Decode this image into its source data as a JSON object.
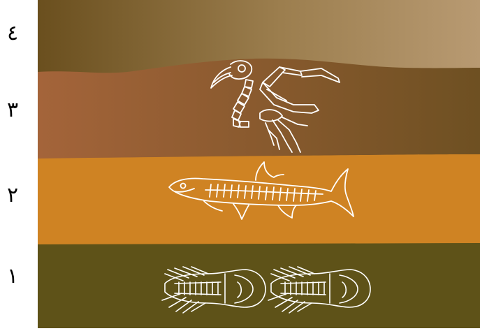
{
  "layers": [
    {
      "id": "layer-4",
      "label": "٤"
    },
    {
      "id": "layer-3",
      "label": "٣"
    },
    {
      "id": "layer-2",
      "label": "٢"
    },
    {
      "id": "layer-1",
      "label": "١"
    }
  ],
  "colors": {
    "layer4_dark": "#6a4f1e",
    "layer4_light": "#b89a72",
    "layer3_left": "#a4643a",
    "layer3_right": "#6e5022",
    "layer2": "#cf8323",
    "layer1": "#5e5218",
    "fossil_stroke": "#ffffff"
  },
  "fossils": [
    {
      "layer": "layer-3",
      "icon": "bird-skeleton-icon"
    },
    {
      "layer": "layer-2",
      "icon": "fish-icon"
    },
    {
      "layer": "layer-1",
      "icon": "trilobite-icon"
    },
    {
      "layer": "layer-1",
      "icon": "trilobite-icon"
    }
  ]
}
